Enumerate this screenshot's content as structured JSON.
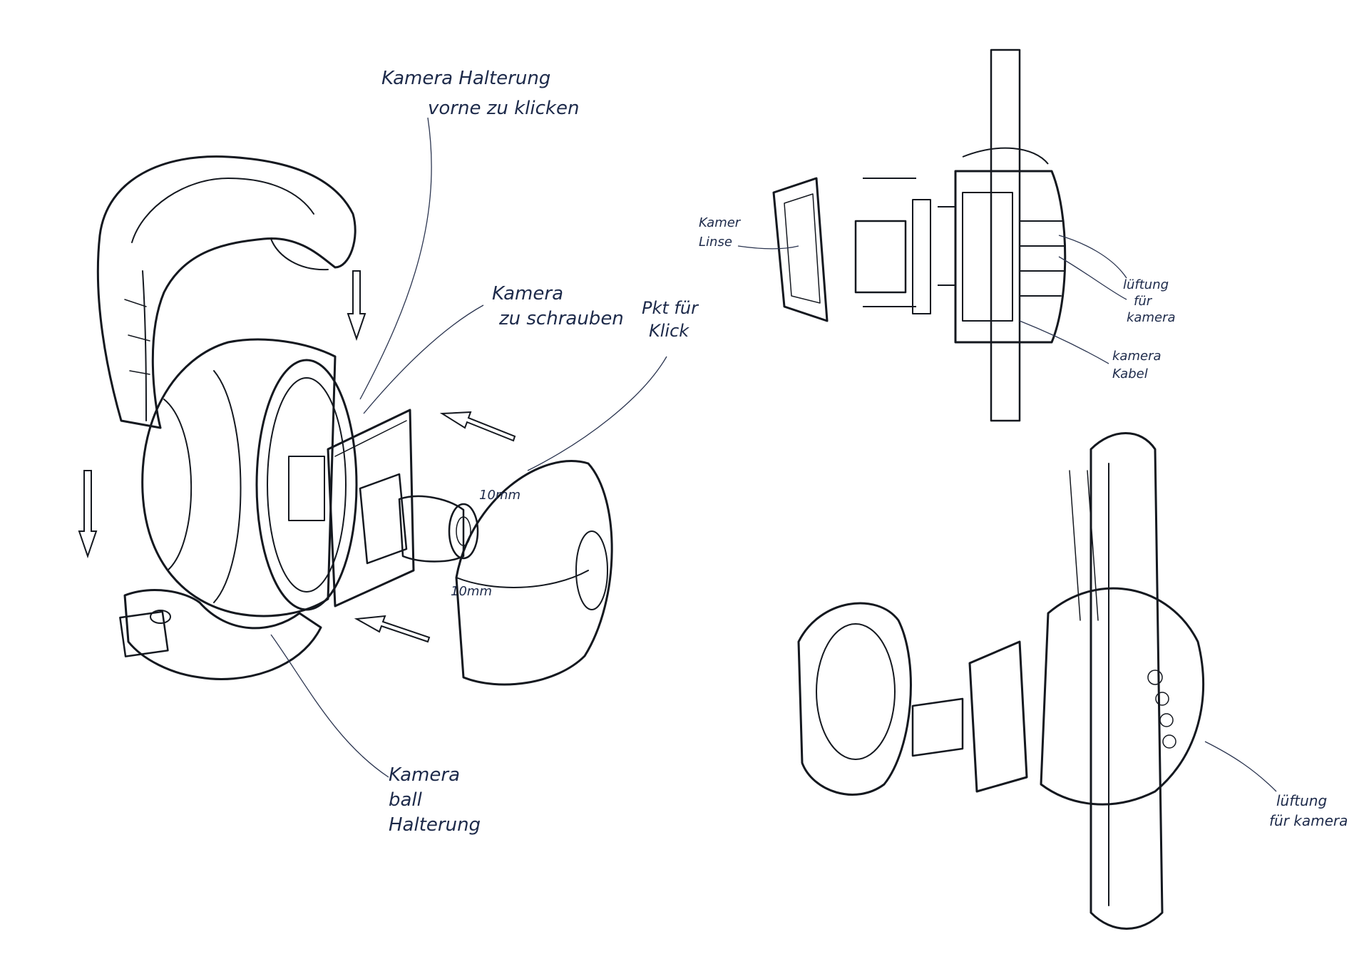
{
  "colors": {
    "paper": "#ffffff",
    "holder_orange": "#f3ab23",
    "holder_dark": "#c9831a",
    "ball_blue": "#7fc6ea",
    "ball_dark": "#3f8fb8",
    "shell_teal": "#2f8fa6",
    "pcb_green": "#2c9a52",
    "lens_grey": "#5b6472",
    "ink": "#14181f"
  },
  "labels": {
    "holder_front": [
      "Kamera Halterung",
      "vorne zu klicken"
    ],
    "screw_camera": [
      "Kamera",
      "zu schrauben"
    ],
    "click_point": [
      "Pkt für",
      "Klick"
    ],
    "ball_holder": [
      "Kamera",
      "ball",
      "Halterung"
    ],
    "lens": [
      "Kamer",
      "Linse"
    ],
    "vent_top": [
      "lüftung",
      "für",
      "kamera"
    ],
    "cable": [
      "kamera",
      "Kabel"
    ],
    "vent_bottom": [
      "lüftung",
      "für kamera"
    ],
    "dim_left_top": "10mm",
    "dim_left_bottom": "10mm"
  }
}
